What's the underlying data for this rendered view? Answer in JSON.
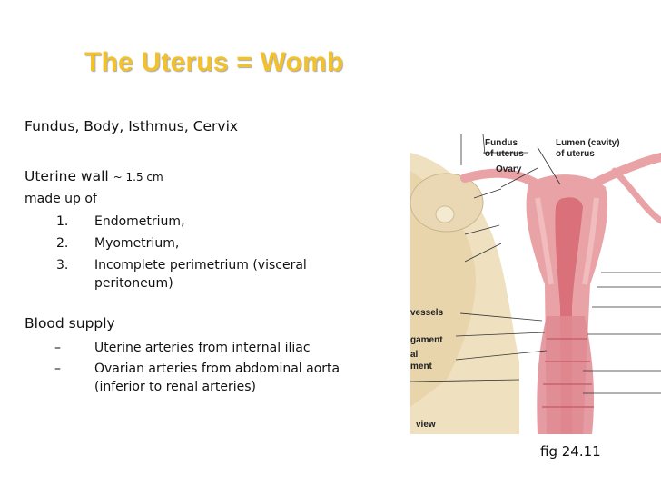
{
  "slide": {
    "title": "The Uterus = Womb",
    "parts_line": "Fundus, Body, Isthmus, Cervix",
    "wall": {
      "heading": "Uterine wall",
      "thickness": "~ 1.5 cm",
      "made_up_of": "made up of",
      "layers": [
        {
          "num": "1.",
          "text": "Endometrium,"
        },
        {
          "num": "2.",
          "text": "Myometrium,"
        },
        {
          "num": "3.",
          "text": "Incomplete perimetrium (visceral",
          "text2": "peritoneum)"
        }
      ]
    },
    "blood": {
      "heading": "Blood supply",
      "items": [
        {
          "bullet": "–",
          "text": "Uterine arteries from internal iliac"
        },
        {
          "bullet": "–",
          "text": "Ovarian arteries from abdominal aorta",
          "text2": "(inferior to renal arteries)"
        }
      ]
    }
  },
  "figure": {
    "labels": {
      "fundus": [
        "Fundus",
        "of uterus"
      ],
      "lumen": [
        "Lumen (cavity)",
        "of uterus"
      ],
      "ovary": "Ovary",
      "vessels": "vessels",
      "gament": "gament",
      "al": "al",
      "ment": "ment",
      "view": "view"
    },
    "caption": "fig 24.11"
  },
  "colors": {
    "title": "#f2c12e",
    "uterus_pink": "#e9a3a6",
    "uterus_dark": "#d9707a",
    "tissue_tan": "#efe0bf"
  }
}
